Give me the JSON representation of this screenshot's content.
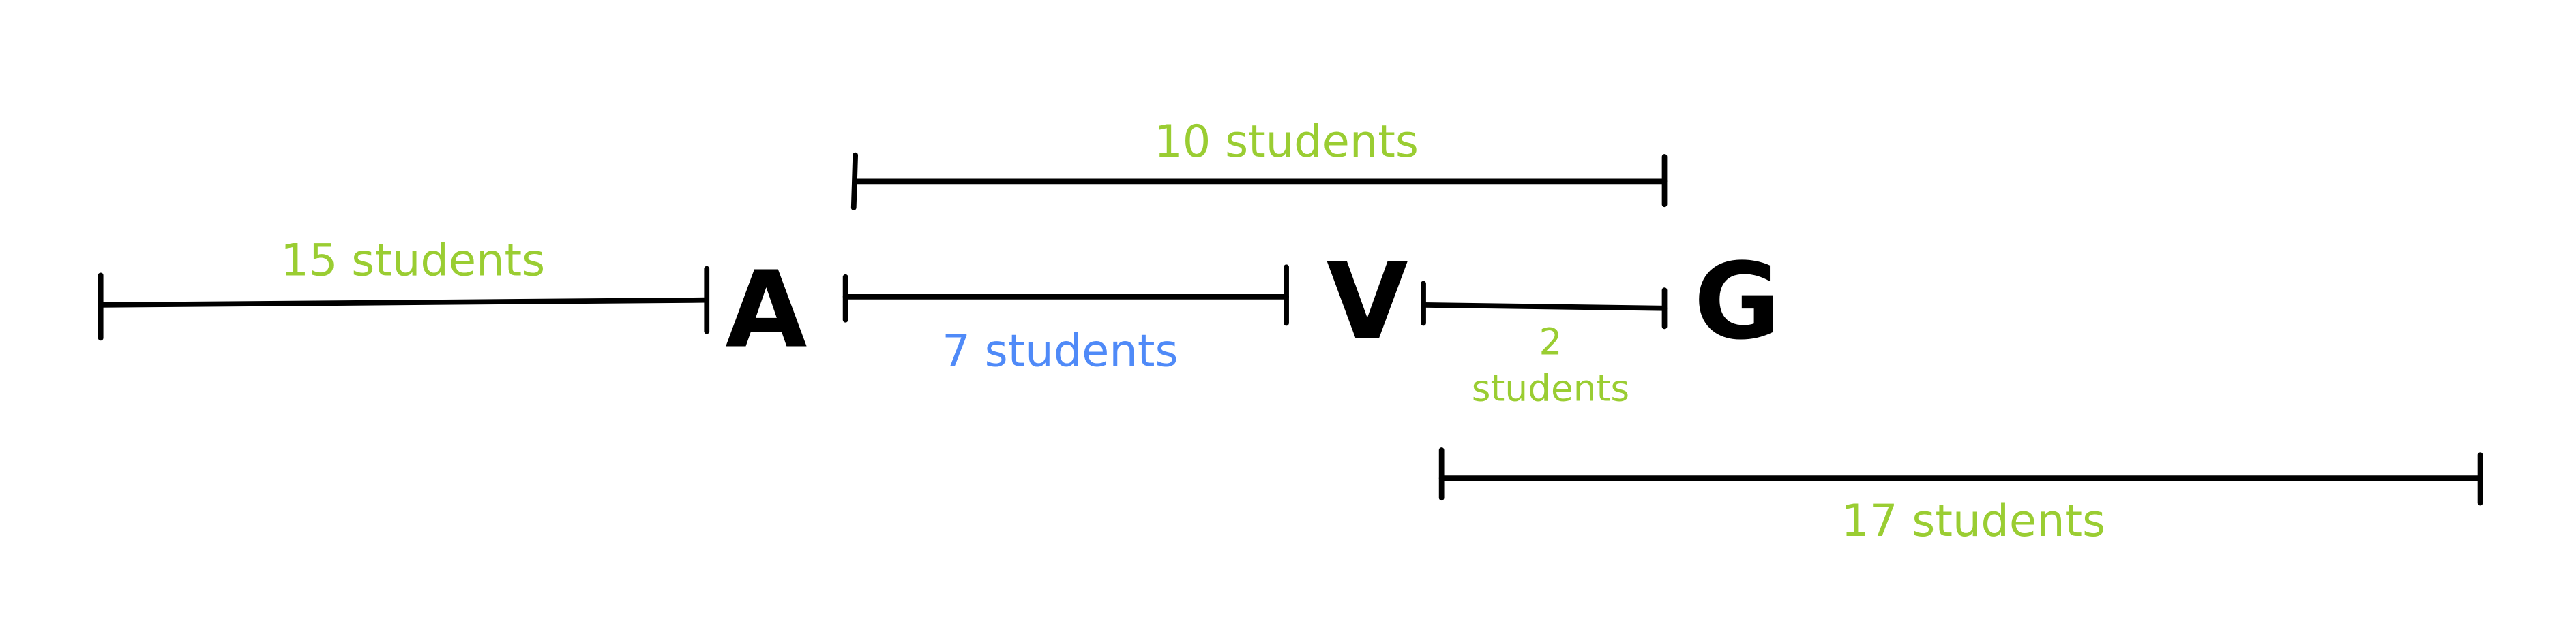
{
  "colors": {
    "green": "#9ACD32",
    "blue": "#4F8AF8",
    "line": "#000000"
  },
  "nodes": {
    "a": "A",
    "v": "V",
    "g": "G"
  },
  "segments": {
    "outside_a": {
      "label": "15 students",
      "value": 15
    },
    "a_v": {
      "label": "7 students",
      "value": 7
    },
    "v_g": {
      "label_line1": "2",
      "label_line2": "students",
      "value": 2
    },
    "a_g": {
      "label": "10 students",
      "value": 10
    },
    "v_outside": {
      "label": "17 students",
      "value": 17
    }
  }
}
